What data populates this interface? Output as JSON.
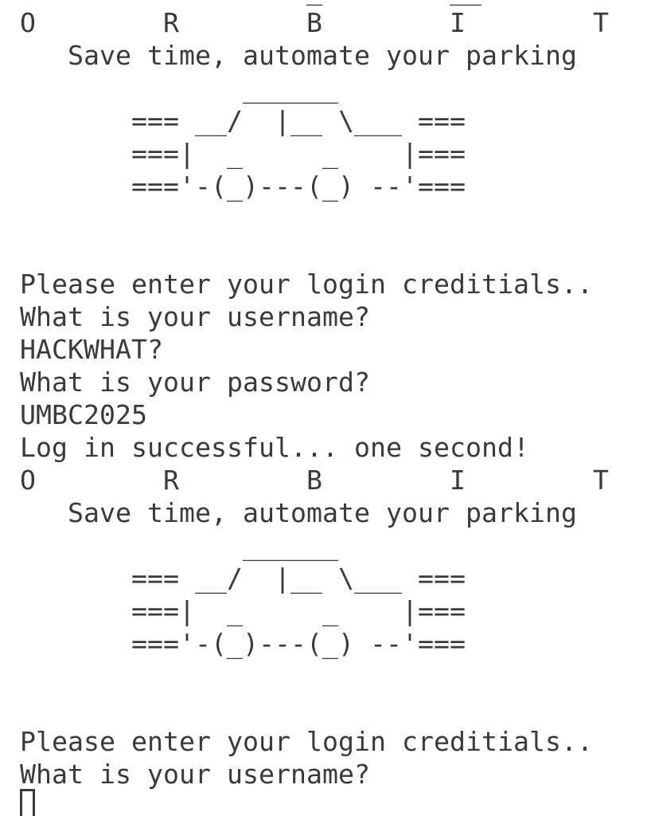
{
  "app": {
    "banner_letters": [
      "O",
      "R",
      "B",
      "I",
      "T"
    ],
    "tagline": "Save time, automate your parking"
  },
  "terminal": {
    "background_color": "#ffffff",
    "text_color": "#3a3a3a",
    "clipped_top_line_note": "only the below-baseline marks of this line are visible at the top edge",
    "lines": [
      "                  _        __",
      "O        R        B        I        T",
      "   Save time, automate your parking",
      "              ______",
      "       === __/  |__ \\___ ===",
      "       ===|  _     _    |===",
      "       ==='-(_)---(_) --'===",
      "",
      "",
      "Please enter your login creditials..",
      "What is your username?",
      "HACKWHAT?",
      "What is your password?",
      "UMBC2025",
      "Log in successful... one second!",
      "O        R        B        I        T",
      "   Save time, automate your parking",
      "              ______",
      "       === __/  |__ \\___ ===",
      "       ===|  _     _    |===",
      "       ==='-(_)---(_) --'===",
      "",
      "",
      "Please enter your login creditials..",
      "What is your username?"
    ]
  },
  "session": {
    "login_prompt": "Please enter your login creditials..",
    "username_prompt": "What is your username?",
    "username_value": "HACKWHAT?",
    "password_prompt": "What is your password?",
    "password_value": "UMBC2025",
    "login_status": "Log in successful... one second!"
  },
  "cursor": {
    "style": "hollow-block",
    "color": "#3a3a3a"
  }
}
